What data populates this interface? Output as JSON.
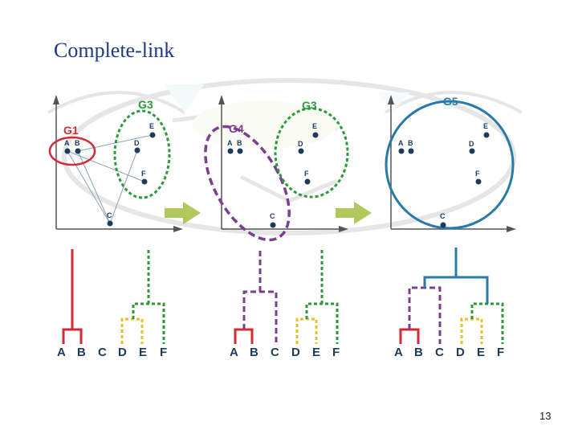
{
  "title": "Complete-link",
  "page_number": "13",
  "panels": [
    {
      "groups": [
        "G1",
        "G3"
      ],
      "points": [
        "A",
        "B",
        "C",
        "D",
        "E",
        "F"
      ]
    },
    {
      "groups": [
        "G4",
        "G3"
      ],
      "points": [
        "A",
        "B",
        "C",
        "D",
        "E",
        "F"
      ]
    },
    {
      "groups": [
        "G5"
      ],
      "points": [
        "A",
        "B",
        "C",
        "D",
        "E",
        "F"
      ]
    }
  ],
  "leaf_labels": [
    "A",
    "B",
    "C",
    "D",
    "E",
    "F"
  ],
  "colors": {
    "g1": "#d42a35",
    "g3": "#2a9a3a",
    "g4": "#7b3f8f",
    "g5": "#2a7aa8",
    "yellow": "#e7c02a",
    "arrow": "#a9c24a",
    "point": "#1d3b5a"
  }
}
